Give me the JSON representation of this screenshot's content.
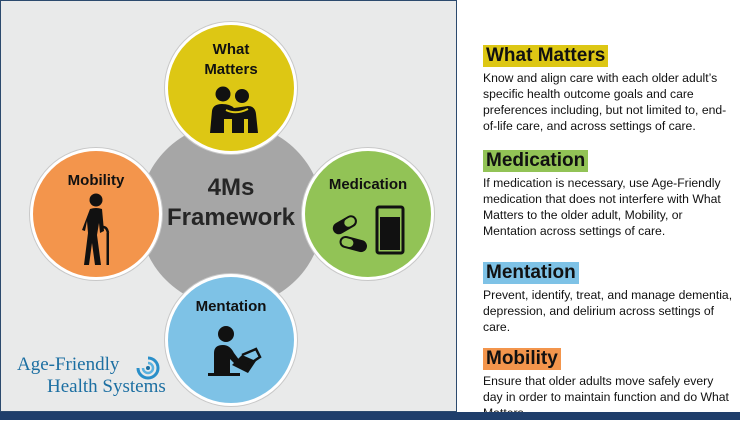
{
  "diagram": {
    "center_title_line1": "4Ms",
    "center_title_line2": "Framework",
    "circles": [
      {
        "id": "what-matters",
        "label_line1": "What",
        "label_line2": "Matters",
        "icon": "two-people-hugging-icon",
        "color": "#ddc714"
      },
      {
        "id": "medication",
        "label": "Medication",
        "icon": "pills-and-water-glass-icon",
        "color": "#92c356"
      },
      {
        "id": "mentation",
        "label": "Mentation",
        "icon": "person-reading-icon",
        "color": "#7ec2e6"
      },
      {
        "id": "mobility",
        "label": "Mobility",
        "icon": "walking-person-icon",
        "color": "#f3954c"
      }
    ],
    "connector_color": "#a6a6a6"
  },
  "logo": {
    "line1": "Age-Friendly",
    "line2": "Health Systems",
    "color": "#1c6fa2"
  },
  "sections": [
    {
      "heading": "What Matters",
      "text": "Know and align care with each older adult’s specific health outcome goals and care preferences including, but not limited to, end-of-life care, and across settings of care.",
      "color": "#ddc714"
    },
    {
      "heading": "Medication",
      "text": "If medication is necessary, use Age-Friendly medication that does not interfere with What Matters to the older adult, Mobility, or Mentation across settings of care.",
      "color": "#92c356"
    },
    {
      "heading": "Mentation",
      "text": "Prevent, identify, treat, and manage dementia, depression, and delirium across settings of care.",
      "color": "#7ec2e6"
    },
    {
      "heading": "Mobility",
      "text": "Ensure that older adults move safely every day in order to maintain function and do What Matters.",
      "color": "#f3954c"
    }
  ]
}
